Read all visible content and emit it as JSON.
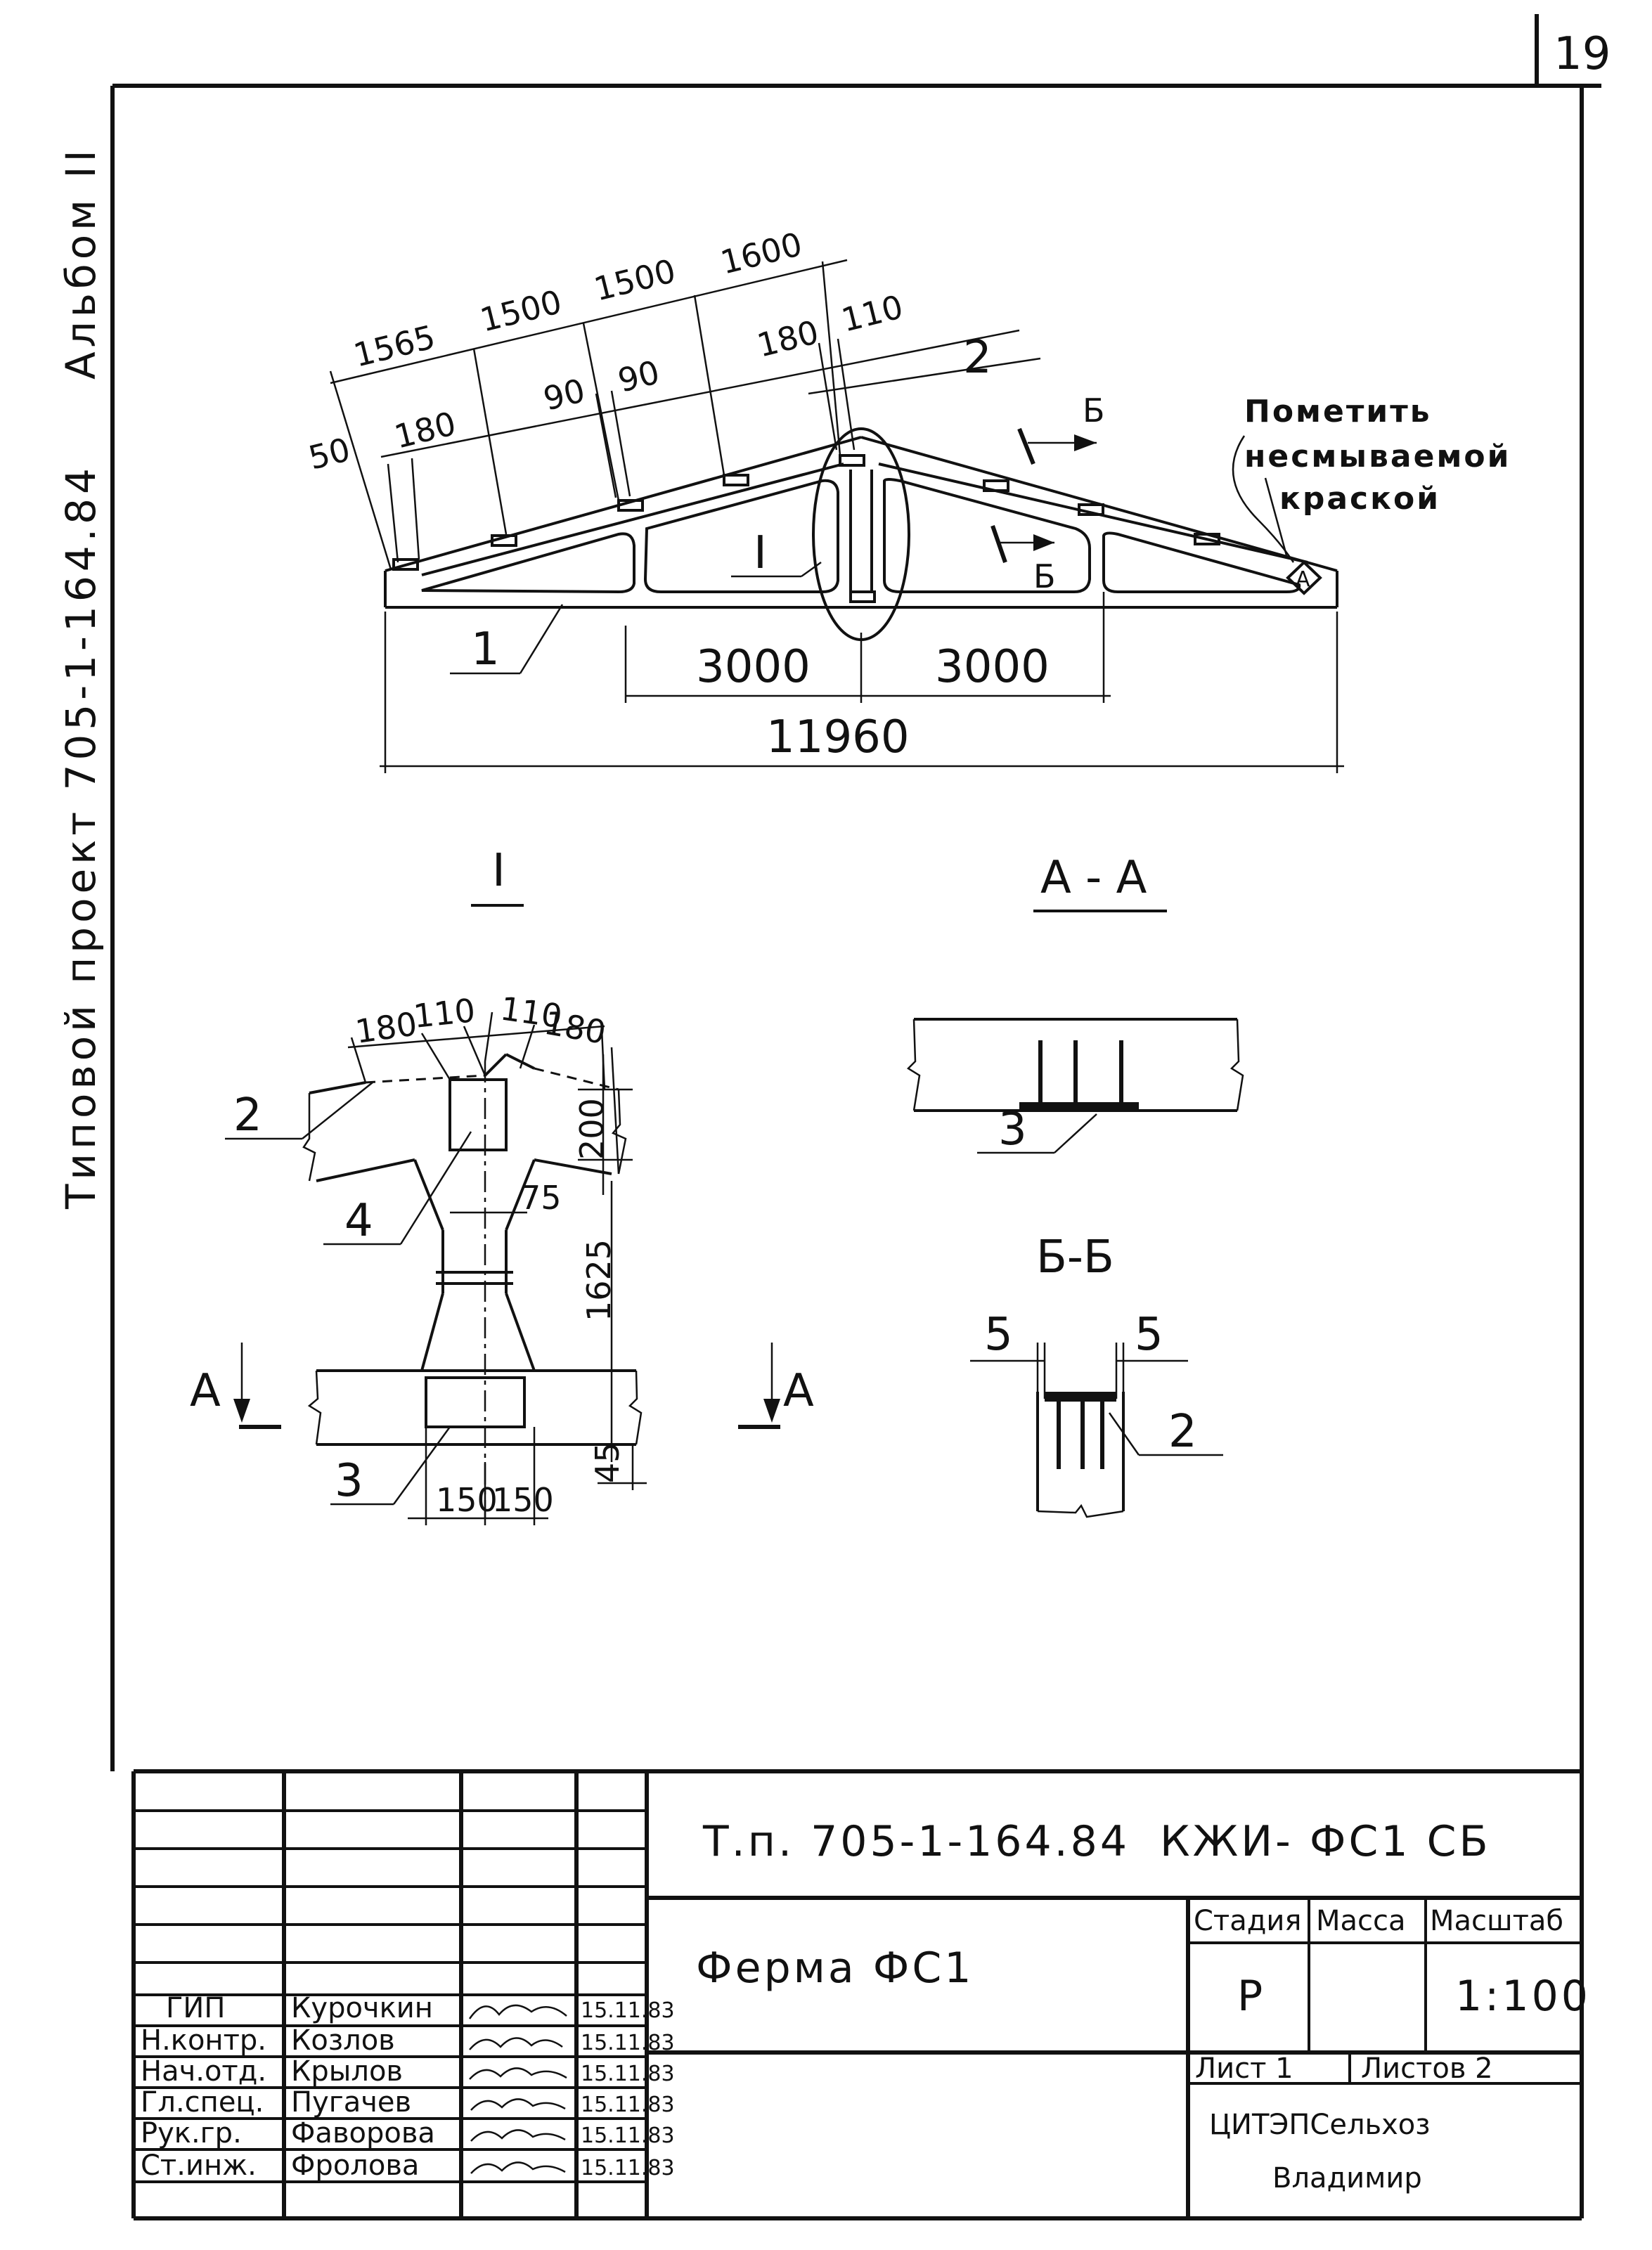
{
  "sheet_number": "19",
  "side_labels": {
    "project": "Типовой проект 705-1-164.84",
    "album": "Альбом II"
  },
  "truss": {
    "dims_top": [
      "50",
      "180",
      "1565",
      "1500",
      "90",
      "90",
      "1500",
      "1600",
      "180",
      "110"
    ],
    "dims_bottom": [
      "3000",
      "3000",
      "11960"
    ],
    "callouts": [
      "1",
      "2",
      "I"
    ],
    "section_marks": [
      "Б",
      "Б"
    ],
    "marker": "А",
    "note": [
      "Пометить",
      "несмываемой",
      "краской"
    ]
  },
  "detail_I": {
    "title": "I",
    "dims": [
      "180",
      "110",
      "110",
      "180",
      "200",
      "75",
      "1625",
      "45",
      "150",
      "150"
    ],
    "callouts": [
      "2",
      "4",
      "3"
    ],
    "cut_marks": [
      "А",
      "А"
    ]
  },
  "section_AA": {
    "title": "А - А",
    "callout": "3"
  },
  "section_BB": {
    "title": "Б-Б",
    "dims": [
      "5",
      "5"
    ],
    "callout": "2"
  },
  "title_block": {
    "doc_code": "Т.п. 705-1-164.84",
    "doc_mark": "КЖИ- ФС1 СБ",
    "name": "Ферма ФС1",
    "col_headers": [
      "Стадия",
      "Масса",
      "Масштаб"
    ],
    "stage": "Р",
    "mass": "",
    "scale": "1:100",
    "sheet": "Лист 1",
    "sheets": "Листов 2",
    "org": [
      "ЦИТЭПСельхоз",
      "Владимир"
    ],
    "staff": [
      {
        "role": "ГИП",
        "name": "Курочкин",
        "date": "15.11.83"
      },
      {
        "role": "Н.контр.",
        "name": "Козлов",
        "date": "15.11.83"
      },
      {
        "role": "Нач.отд.",
        "name": "Крылов",
        "date": "15.11.83"
      },
      {
        "role": "Гл.спец.",
        "name": "Пугачев",
        "date": "15.11.83"
      },
      {
        "role": "Рук.гр.",
        "name": "Фаворова",
        "date": "15.11.83"
      },
      {
        "role": "Ст.инж.",
        "name": "Фролова",
        "date": "15.11.83"
      }
    ]
  }
}
